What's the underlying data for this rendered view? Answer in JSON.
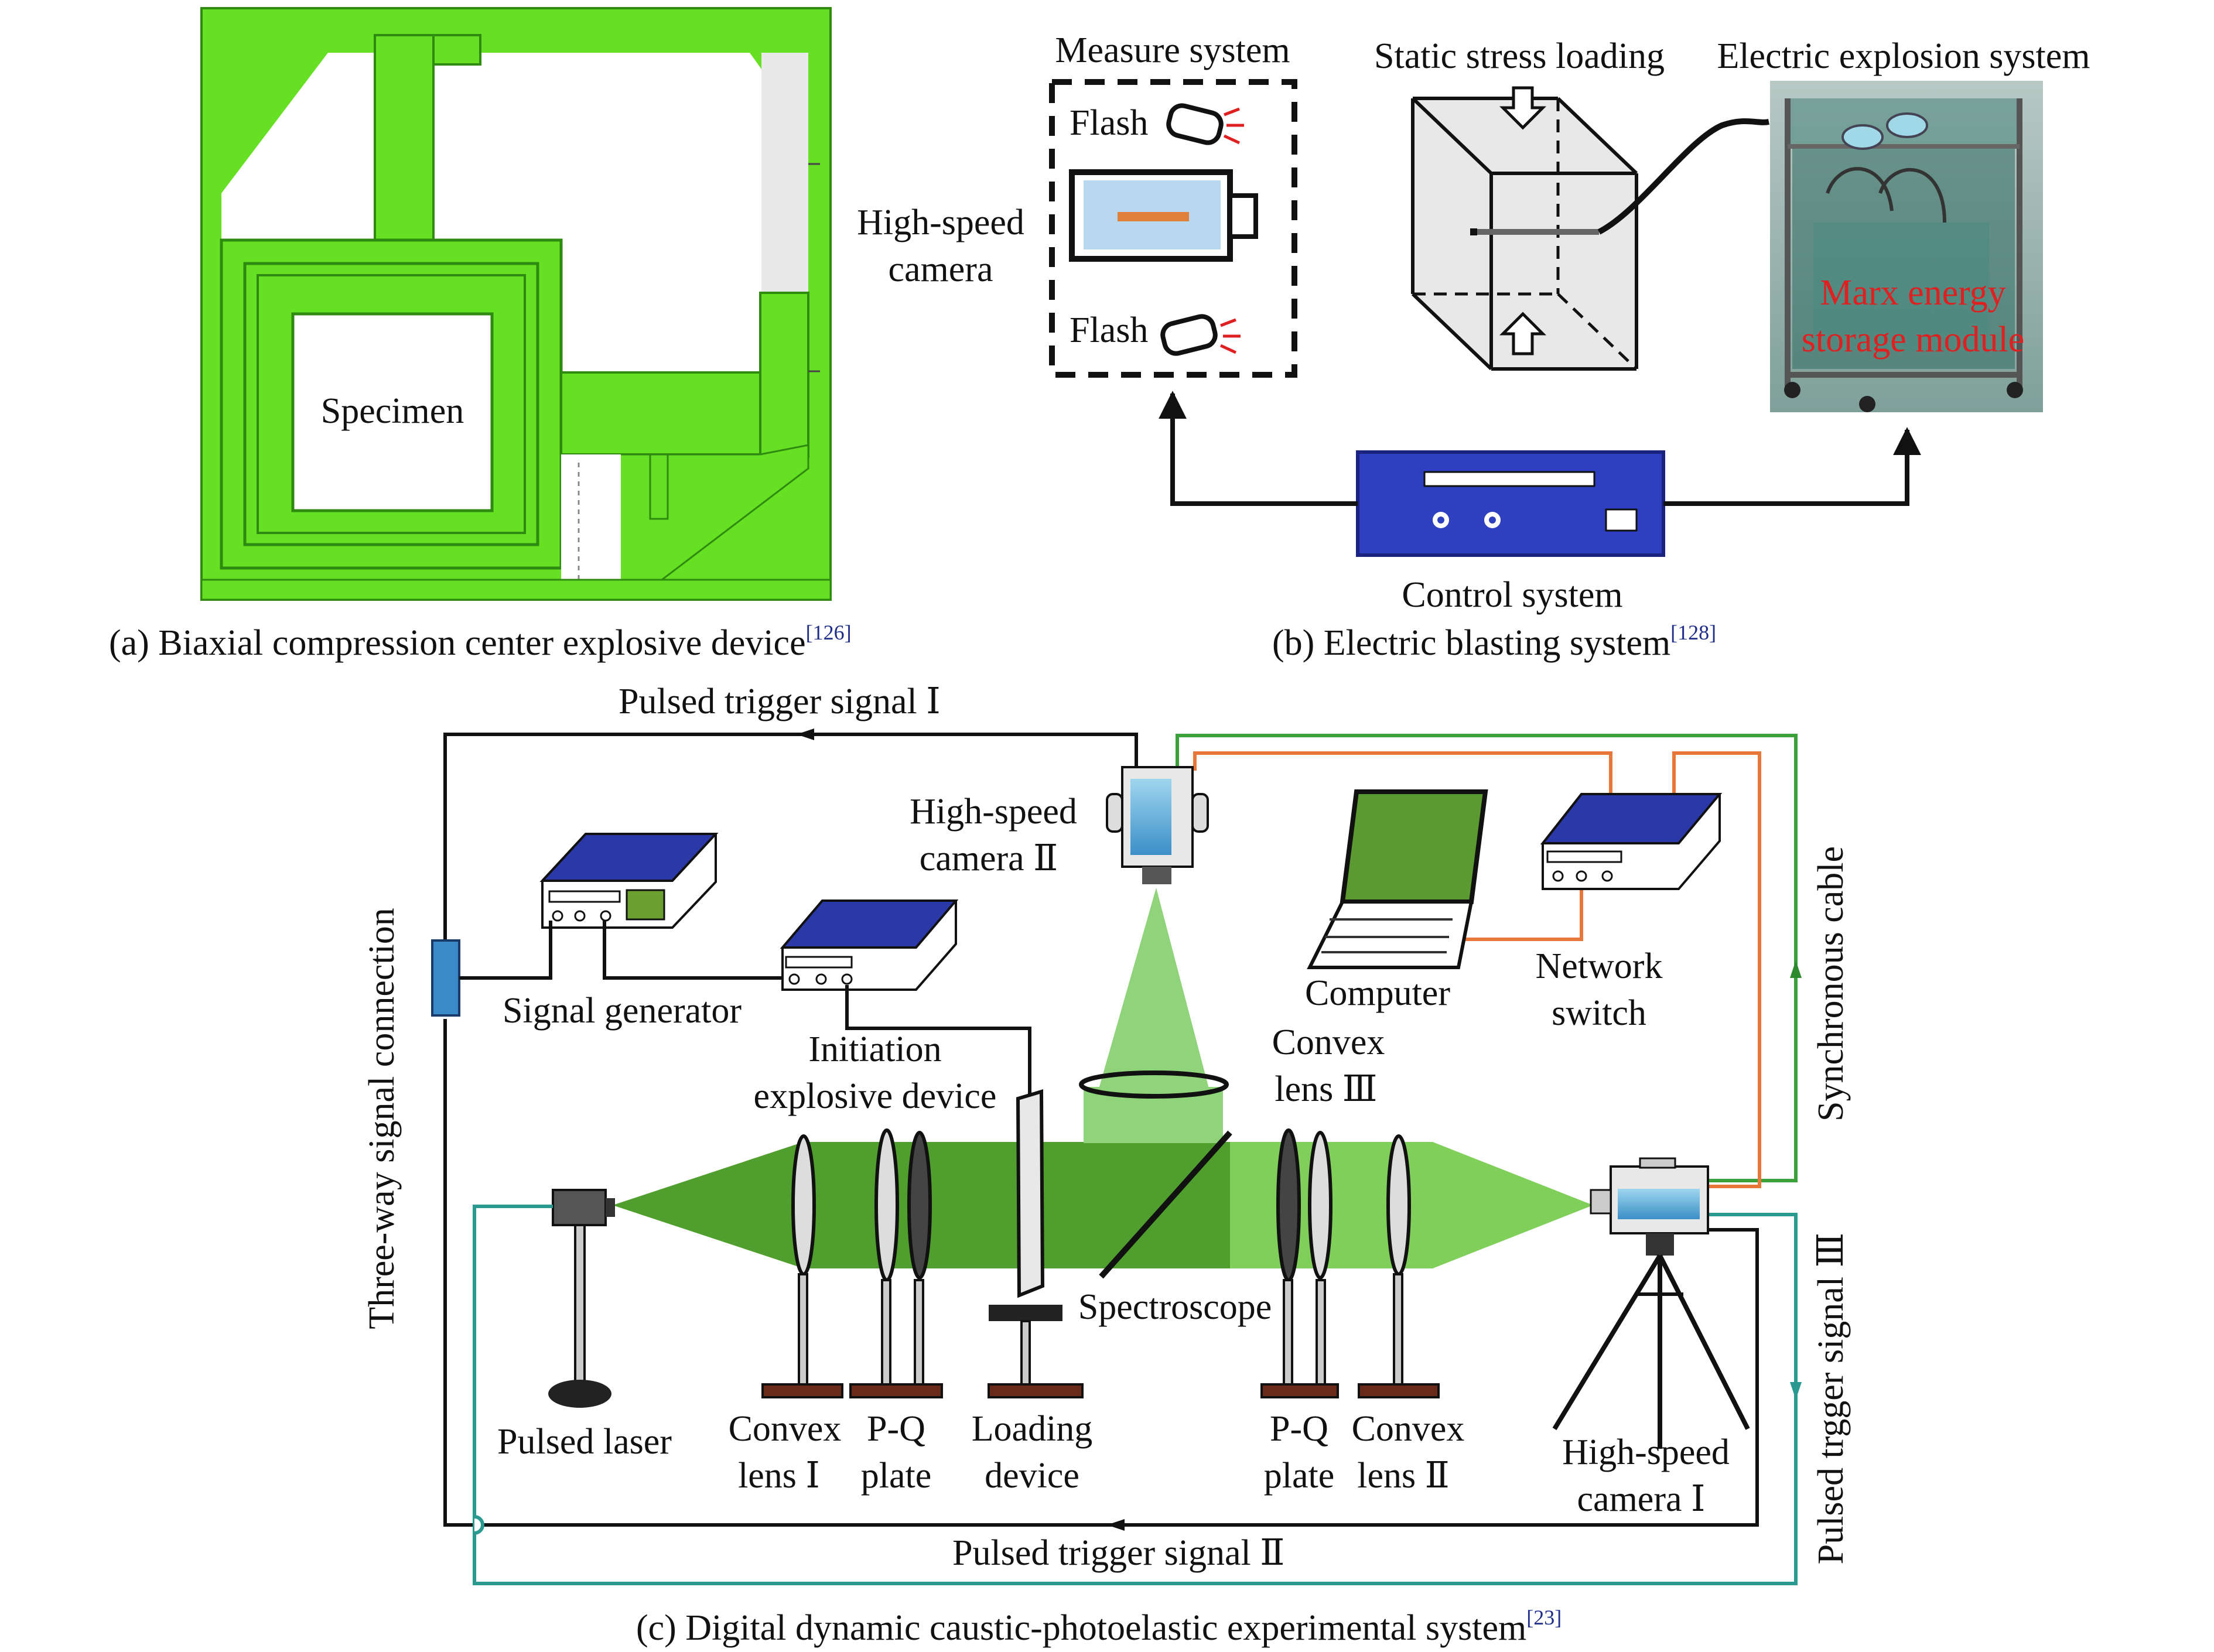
{
  "panel_a": {
    "specimen_label": "Specimen",
    "caption": "(a) Biaxial compression center explosive device",
    "caption_ref": "[126]"
  },
  "panel_b": {
    "measure_system": "Measure system",
    "flash_top": "Flash",
    "flash_bottom": "Flash",
    "camera_line1": "High-speed",
    "camera_line2": "camera",
    "static_loading": "Static stress loading",
    "electric_explosion": "Electric explosion system",
    "marx_line1": "Marx energy",
    "marx_line2": "storage module",
    "control_system": "Control system",
    "caption": "(b) Electric blasting system",
    "caption_ref": "[128]"
  },
  "panel_c": {
    "pulsed_trigger_1": "Pulsed trigger signal Ⅰ",
    "pulsed_trigger_2": "Pulsed trigger signal Ⅱ",
    "pulsed_trigger_3": "Pulsed trgger signal Ⅲ",
    "synchronous_cable": "Synchronous cable",
    "three_way": "Three-way signal connection",
    "hs_camera_2_line1": "High-speed",
    "hs_camera_2_line2": "camera Ⅱ",
    "signal_generator": "Signal generator",
    "initiation_line1": "Initiation",
    "initiation_line2": "explosive device",
    "computer": "Computer",
    "network_line1": "Network",
    "network_line2": "switch",
    "convex3_line1": "Convex",
    "convex3_line2": "lens Ⅲ",
    "spectroscope": "Spectroscope",
    "pulsed_laser": "Pulsed laser",
    "convex1_line1": "Convex",
    "convex1_line2": "lens Ⅰ",
    "pq1_line1": "P-Q",
    "pq1_line2": "plate",
    "loading_line1": "Loading",
    "loading_line2": "device",
    "pq2_line1": "P-Q",
    "pq2_line2": "plate",
    "convex2_line1": "Convex",
    "convex2_line2": "lens Ⅱ",
    "hs_camera_1_line1": "High-speed",
    "hs_camera_1_line2": "camera Ⅰ",
    "caption": "(c) Digital dynamic caustic-photoelastic experimental system",
    "caption_ref": "[23]"
  },
  "colors": {
    "device_green": "#66e022",
    "beam_green": "#4f9e2e",
    "beam_light": "#8fd37a",
    "control_blue": "#2e3fbf",
    "marx_red": "#e02020",
    "orange_wire": "#e8783a",
    "green_wire": "#3aa03a",
    "teal_wire": "#3aa9a0"
  }
}
